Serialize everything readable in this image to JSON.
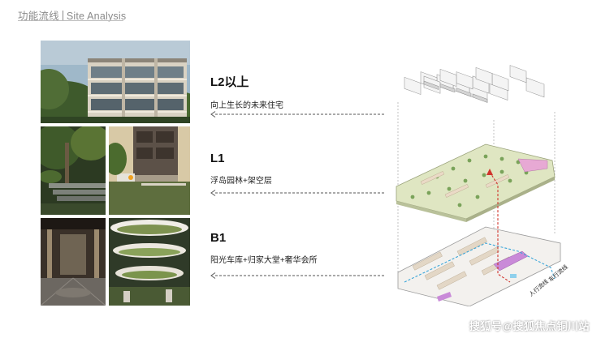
{
  "header": {
    "zh": "功能流线",
    "en": "Site  Analysis"
  },
  "levels": [
    {
      "title": "L2以上",
      "desc": "向上生长的未来住宅"
    },
    {
      "title": "L1",
      "desc": "浮岛园林+架空层"
    },
    {
      "title": "B1",
      "desc": "阳光车库+归家大堂+奢华会所"
    }
  ],
  "diagram": {
    "pedestrian_label": "人行流线",
    "vehicle_label": "车行流线"
  },
  "watermark": "搜狐号@搜狐焦点铜川站",
  "colors": {
    "pedestrian": "#d0342c",
    "vehicle": "#3aa6d9",
    "garden": "#dfe6c2",
    "clubhouse": "#c98ad8"
  }
}
